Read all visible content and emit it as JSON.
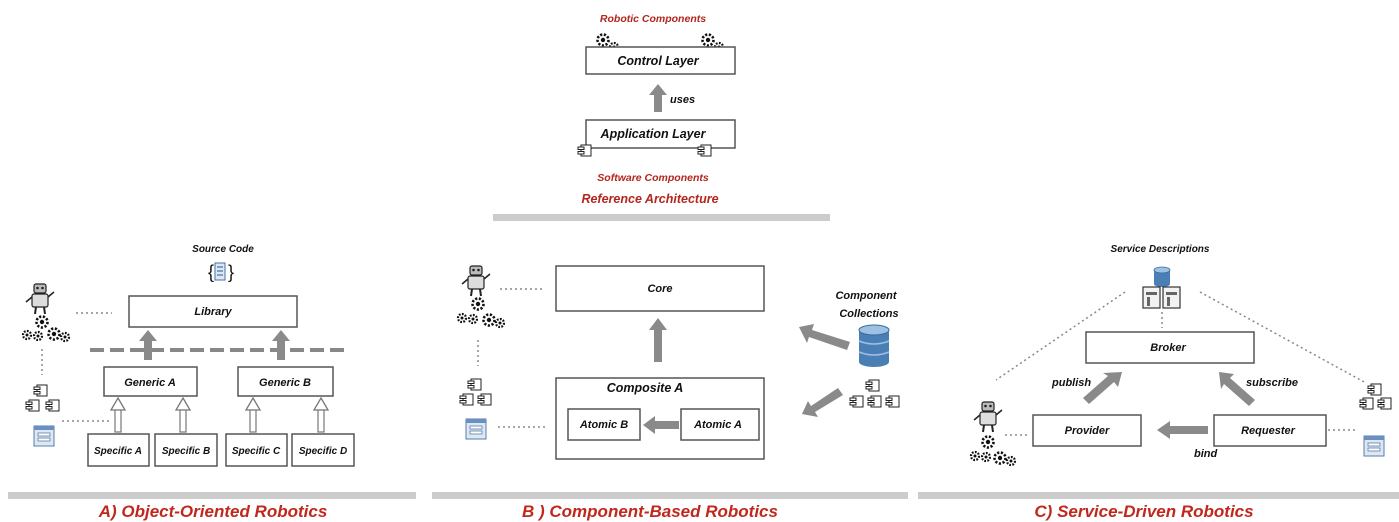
{
  "reference": {
    "robotic_components": "Robotic Components",
    "control_layer": "Control Layer",
    "uses": "uses",
    "application_layer": "Application Layer",
    "software_components": "Software Components",
    "title": "Reference Architecture"
  },
  "oo": {
    "source_code": "Source Code",
    "library": "Library",
    "generic_a": "Generic A",
    "generic_b": "Generic B",
    "specific_a": "Specific A",
    "specific_b": "Specific B",
    "specific_c": "Specific C",
    "specific_d": "Specific D",
    "caption": "A) Object-Oriented Robotics"
  },
  "cb": {
    "core": "Core",
    "component_collections_1": "Component",
    "component_collections_2": "Collections",
    "composite_a": "Composite A",
    "atomic_b": "Atomic B",
    "atomic_a": "Atomic A",
    "caption": "B ) Component-Based Robotics"
  },
  "sd": {
    "service_descriptions": "Service Descriptions",
    "broker": "Broker",
    "publish": "publish",
    "subscribe": "subscribe",
    "provider": "Provider",
    "requester": "Requester",
    "bind": "bind",
    "caption": "C) Service-Driven Robotics"
  },
  "colors": {
    "caption_red": "#c0281e",
    "label_red": "#b3261e",
    "arrow_gray": "#8a8a8a",
    "bar_gray": "#cccccc",
    "db_blue": "#4a7fb5"
  }
}
